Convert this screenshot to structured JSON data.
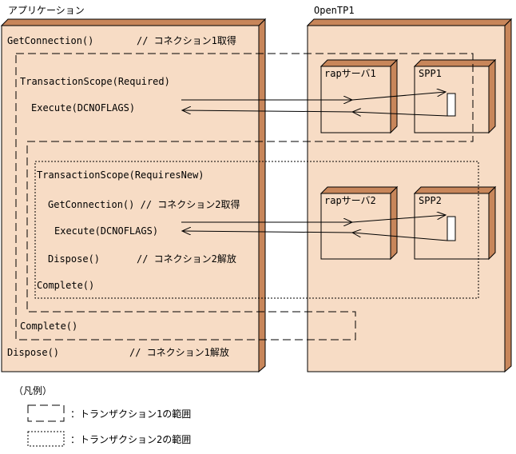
{
  "app": {
    "title": "アプリケーション",
    "get_connection": "GetConnection()",
    "get_connection_comment": "// コネクション1取得",
    "scope1": "TransactionScope(Required)",
    "execute1": "Execute(DCNOFLAGS)",
    "scope2": "TransactionScope(RequiresNew)",
    "get_connection2": "GetConnection() // コネクション2取得",
    "execute2": "Execute(DCNOFLAGS)",
    "dispose2": "Dispose()",
    "dispose2_comment": "// コネクション2解放",
    "complete2": "Complete()",
    "complete1": "Complete()",
    "dispose1": "Dispose()",
    "dispose1_comment": "// コネクション1解放"
  },
  "server": {
    "title": "OpenTP1",
    "rap1": "rapサーバ1",
    "spp1": "SPP1",
    "rap2": "rapサーバ2",
    "spp2": "SPP2"
  },
  "legend": {
    "title": "（凡例）",
    "tx1": "：トランザクション1の範囲",
    "tx2": "：トランザクション2の範囲"
  },
  "colors": {
    "box_face": "#f7dcc5",
    "box_side": "#c8865a",
    "stroke": "#000000"
  }
}
